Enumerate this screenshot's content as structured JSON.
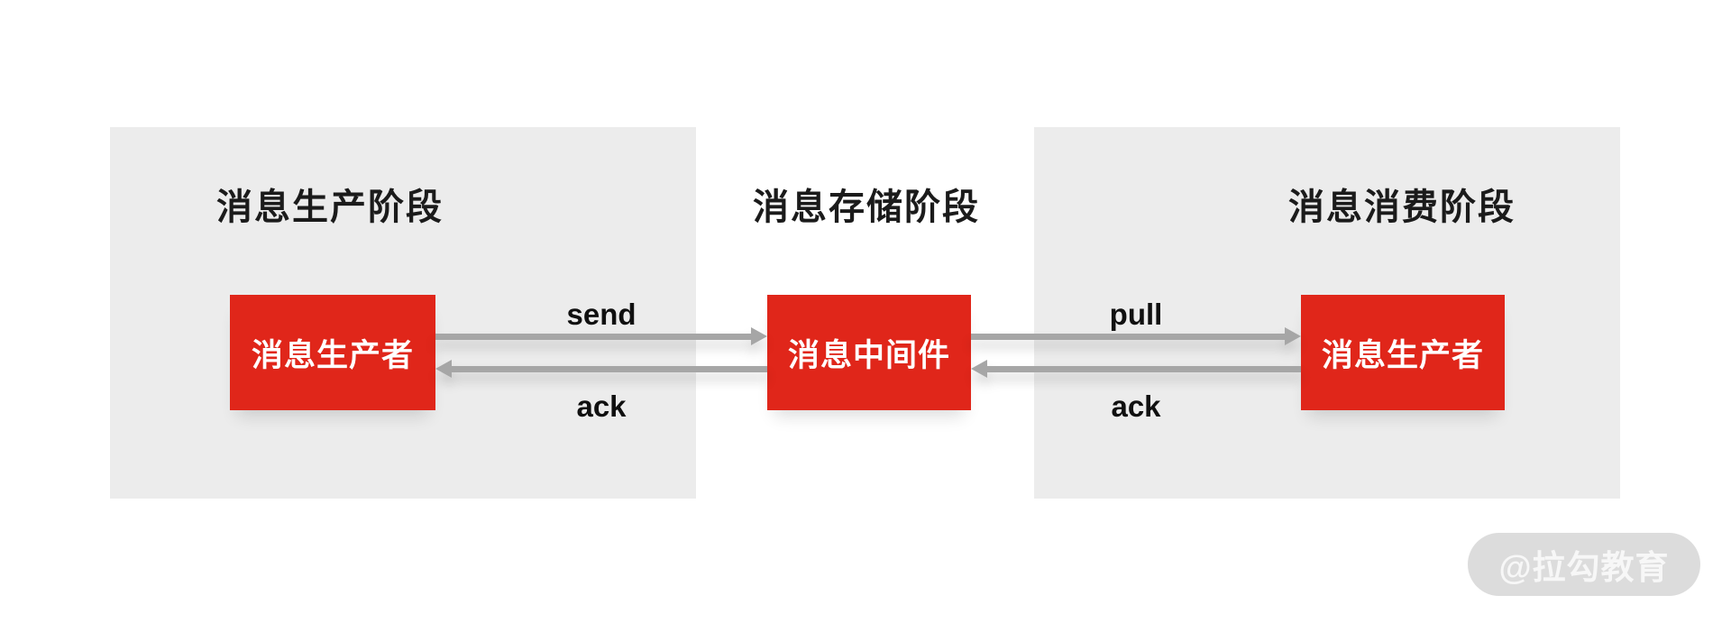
{
  "colors": {
    "background": "#ffffff",
    "panel": "#ececec",
    "node_red": "#e0261a",
    "node_text": "#ffffff",
    "arrow": "#a6a6a6",
    "title_text": "#1b1b1b",
    "watermark_bg": "#dcdcdc",
    "watermark_text": "#f7f7f7"
  },
  "stages": [
    {
      "title": "消息生产阶段",
      "node": "消息生产者"
    },
    {
      "title": "消息存储阶段",
      "node": "消息中间件"
    },
    {
      "title": "消息消费阶段",
      "node": "消息生产者"
    }
  ],
  "flows": [
    {
      "label": "send",
      "direction": "right",
      "from": "消息生产者",
      "to": "消息中间件"
    },
    {
      "label": "ack",
      "direction": "left",
      "from": "消息中间件",
      "to": "消息生产者"
    },
    {
      "label": "pull",
      "direction": "right",
      "from": "消息中间件",
      "to": "消息生产者"
    },
    {
      "label": "ack",
      "direction": "left",
      "from": "消息生产者",
      "to": "消息中间件"
    }
  ],
  "watermark": {
    "text": "@拉勾教育"
  }
}
